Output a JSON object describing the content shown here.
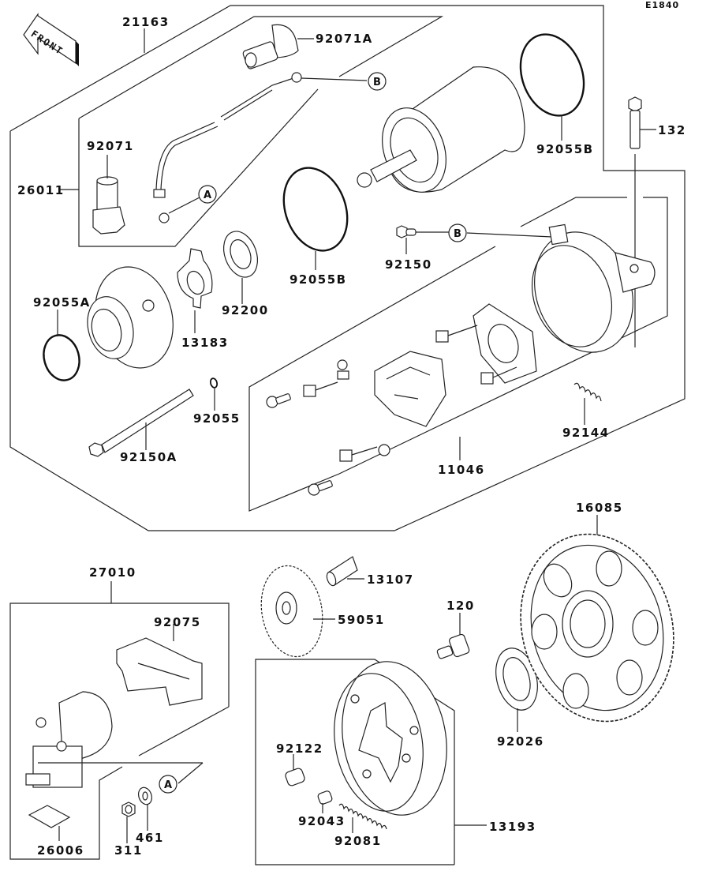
{
  "diagram_code": "E1840",
  "front_indicator": "FRONT",
  "callouts": {
    "a": "A",
    "b": "B"
  },
  "parts": {
    "p21163": "21163",
    "p92071A": "92071A",
    "p92071": "92071",
    "p26011": "26011",
    "p92055B_top": "92055B",
    "p132": "132",
    "p92150": "92150",
    "p92055B_mid": "92055B",
    "p92200": "92200",
    "p13183": "13183",
    "p92055A": "92055A",
    "p92055": "92055",
    "p92150A": "92150A",
    "p11046": "11046",
    "p92144": "92144",
    "p16085": "16085",
    "p27010": "27010",
    "p92075": "92075",
    "p26006": "26006",
    "p311": "311",
    "p461": "461",
    "p13107": "13107",
    "p59051": "59051",
    "p120": "120",
    "p92026": "92026",
    "p92122": "92122",
    "p92043": "92043",
    "p92081": "92081",
    "p13193": "13193"
  }
}
